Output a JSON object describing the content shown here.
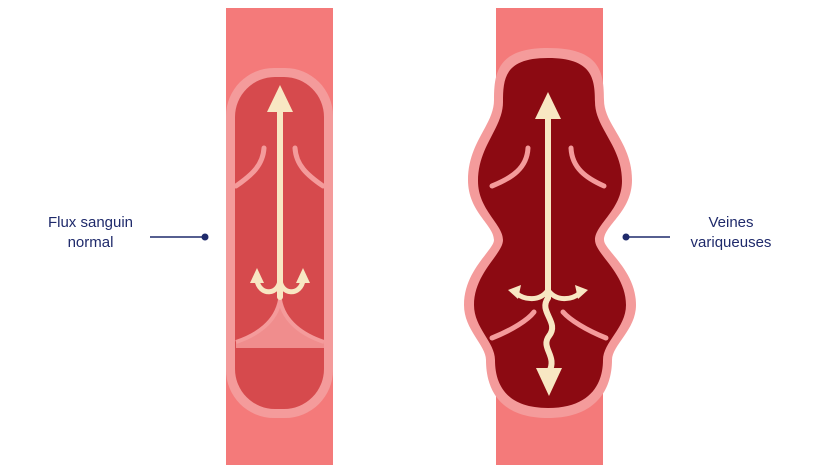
{
  "labels": {
    "normal": [
      "Flux sanguin",
      "normal"
    ],
    "varicose": [
      "Veines",
      "variqueuses"
    ]
  },
  "colors": {
    "vein_outer": "#f47a7a",
    "vein_wall": "#f49b9b",
    "normal_lumen": "#d64a4d",
    "varicose_lumen": "#8c0a12",
    "valve": "#f08d8d",
    "arrow": "#f8e7c3",
    "label_text": "#1f2a6b",
    "connector": "#1f2a6b"
  }
}
